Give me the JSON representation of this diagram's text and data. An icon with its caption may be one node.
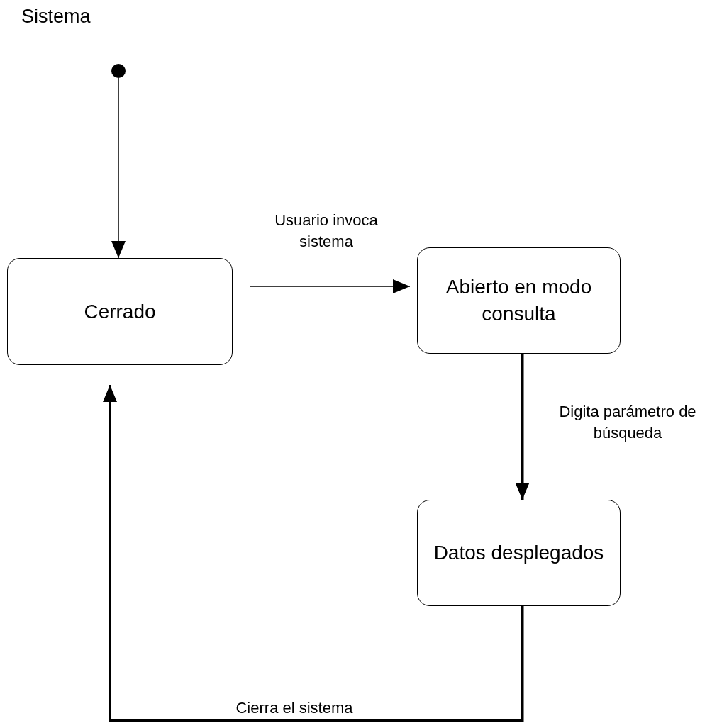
{
  "diagram": {
    "title": "Sistema",
    "nodes": [
      {
        "text": [],
        "shape": "circle"
      },
      {
        "text": [
          "Cerrado"
        ]
      },
      {
        "text": [
          "Abierto en modo consulta"
        ]
      },
      {
        "text": [
          "Datos desplegados"
        ]
      }
    ],
    "edges": [
      {
        "from": 0,
        "to": 1,
        "arrow": "to"
      },
      {
        "from": 1,
        "to": 2,
        "arrow": "to",
        "label": "Usuario invoca sistema"
      },
      {
        "from": 2,
        "to": 3,
        "arrow": "to",
        "label": "Digita parámetro de búsqueda",
        "style": "thick"
      },
      {
        "from": 3,
        "to": 1,
        "arrow": "to",
        "label": "Cierra el sistema",
        "style": "thick"
      }
    ]
  }
}
